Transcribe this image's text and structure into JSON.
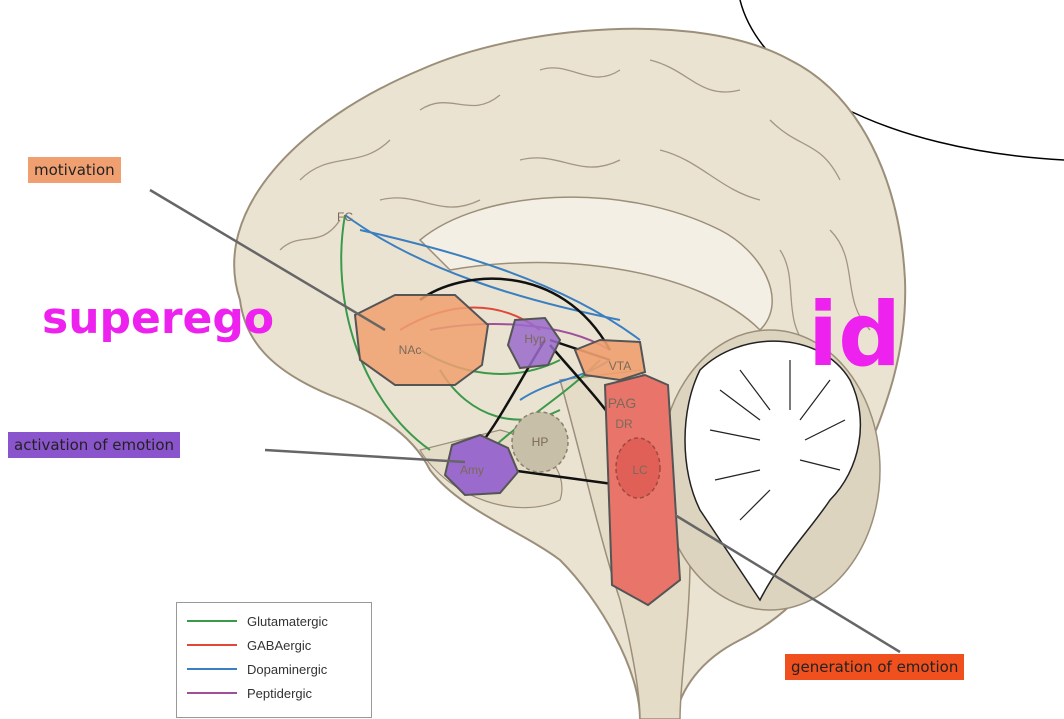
{
  "figure": {
    "labels": {
      "superego": "superego",
      "id": "id"
    },
    "callouts": {
      "motivation": "motivation",
      "activation": "activation of emotion",
      "generation": "generation of emotion"
    },
    "regions": {
      "fc": "FC",
      "nac": "NAc",
      "hyp": "Hyp",
      "vta": "VTA",
      "pag": "PAG",
      "dr": "DR",
      "lc": "LC",
      "hp": "HP",
      "amy": "Amy"
    },
    "legend": [
      {
        "label": "Glutamatergic",
        "color": "#3a9a4a"
      },
      {
        "label": "GABAergic",
        "color": "#e0493a"
      },
      {
        "label": "Dopaminergic",
        "color": "#3a7fc0"
      },
      {
        "label": "Peptidergic",
        "color": "#a0509a"
      }
    ],
    "colors": {
      "brain": "#ebe3d2",
      "magenta_text": "#ee22ee",
      "motivation_bg": "#f0a070",
      "activation_bg": "#8a55cc",
      "generation_bg": "#f0501e"
    }
  }
}
